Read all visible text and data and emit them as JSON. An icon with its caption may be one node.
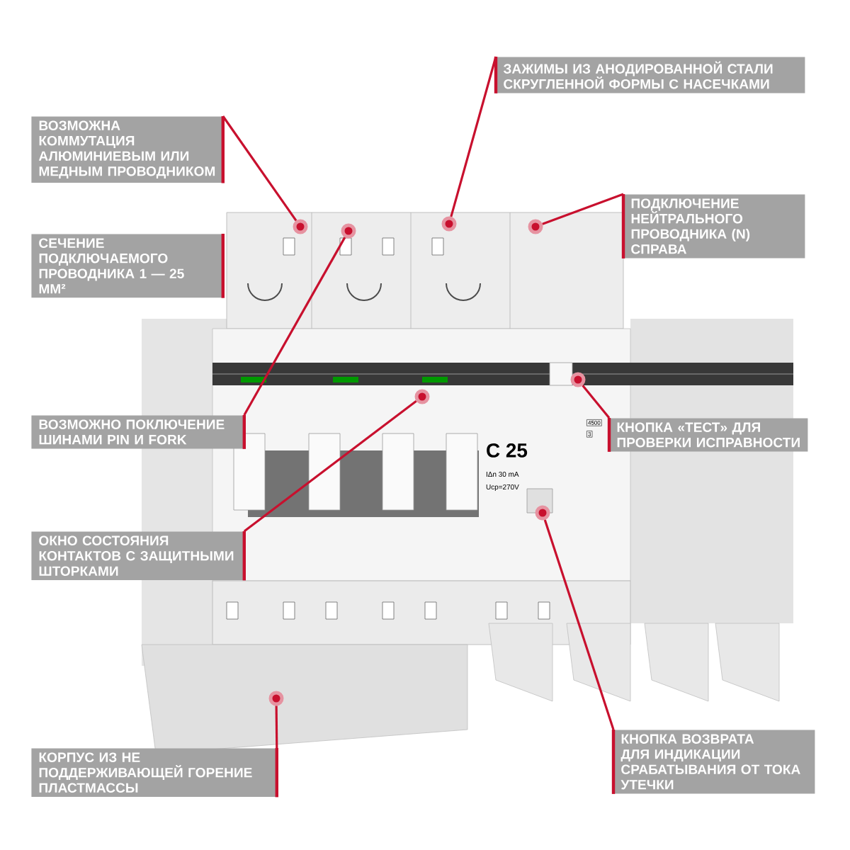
{
  "diagram": {
    "nodes": [
      {
        "text": [
          "ВОЗМОЖНА КОММУТАЦИЯ АЛЮМИНИЕВЫМ ИЛИ МЕДНЫМ ПРОВОДНИКОМ"
        ]
      },
      {
        "text": [
          "СЕЧЕНИЕ ПОДКЛЮЧАЕМОГО ПРОВОДНИКА 1 — 25 ММ²"
        ]
      },
      {
        "text": [
          "ВОЗМОЖНО ПОКЛЮЧЕНИЕ ШИНАМИ PIN И FORK"
        ]
      },
      {
        "text": [
          "ОКНО СОСТОЯНИЯ КОНТАКТОВ С ЗАЩИТНЫМИ ШТОРКАМИ"
        ]
      },
      {
        "text": [
          "КОРПУС ИЗ НЕ ПОДДЕРЖИВАЮЩЕЙ ГОРЕНИЕ ПЛАСТМАССЫ"
        ]
      },
      {
        "text": [
          "ЗАЖИМЫ ИЗ АНОДИРОВАННОЙ СТАЛИ СКРУГЛЕННОЙ ФОРМЫ С НАСЕЧКАМИ"
        ]
      },
      {
        "text": [
          "ПОДКЛЮЧЕНИЕ НЕЙТРАЛЬНОГО ПРОВОДНИКА (N) СПРАВА"
        ]
      },
      {
        "text": [
          "КНОПКА «ТЕСТ» ДЛЯ ПРОВЕРКИ ИСПРАВНОСТИ"
        ]
      },
      {
        "text": [
          "КНОПКА ВОЗВРАТА ДЛЯ ИНДИКАЦИИ СРАБАТЫВАНИЯ ОТ ТОКА УТЕЧКИ"
        ]
      },
      {
        "text": [],
        "shape": "circle"
      },
      {
        "text": [],
        "shape": "circle"
      },
      {
        "text": [],
        "shape": "circle"
      },
      {
        "text": [],
        "shape": "circle"
      },
      {
        "text": [],
        "shape": "circle"
      },
      {
        "text": [],
        "shape": "circle"
      },
      {
        "text": [],
        "shape": "circle"
      },
      {
        "text": [],
        "shape": "circle"
      }
    ],
    "edges": [
      {
        "from": 0,
        "to": 9,
        "arrow": "none"
      },
      {
        "from": 2,
        "to": 10,
        "arrow": "none"
      },
      {
        "from": 5,
        "to": 11,
        "arrow": "none"
      },
      {
        "from": 6,
        "to": 12,
        "arrow": "none"
      },
      {
        "from": 7,
        "to": 13,
        "arrow": "none"
      },
      {
        "from": 3,
        "to": 14,
        "arrow": "none"
      },
      {
        "from": 8,
        "to": 15,
        "arrow": "none"
      },
      {
        "from": 4,
        "to": 16,
        "arrow": "none"
      }
    ],
    "labels": [
      "C 25",
      "IΔn 30 mA",
      "Ucp=270V",
      "4500",
      "3"
    ]
  }
}
